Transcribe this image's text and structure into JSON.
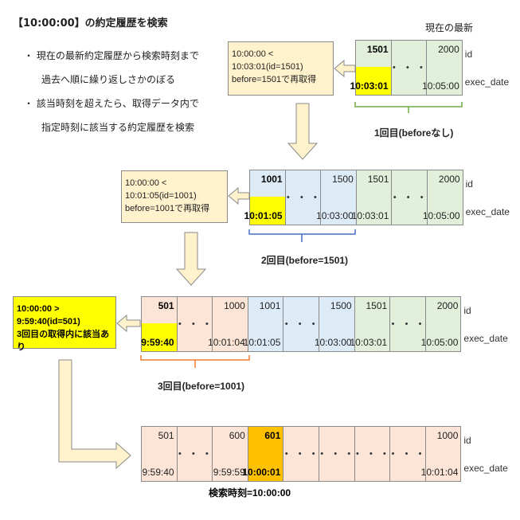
{
  "title": "【10:00:00】の約定履歴を検索",
  "bullets": [
    [
      "・ 現在の最新約定履歴から検索時刻まで",
      "過去へ順に繰り返しさかのぼる"
    ],
    [
      "・ 該当時刻を超えたら、取得データ内で",
      "指定時刻に該当する約定履歴を検索"
    ]
  ],
  "latest_label": "現在の最新",
  "id_label": "id",
  "exec_label": "exec_date",
  "dots": "・・・",
  "colors": {
    "green": "#e2efda",
    "blue": "#ddebf7",
    "salmon": "#fce4d6",
    "yellow": "#ffff00",
    "orange": "#ffc000",
    "note": "#fff2cc"
  },
  "rows": [
    {
      "cells": [
        {
          "id": "1501",
          "date": "10:03:01",
          "bold": true,
          "highlight": "yellow",
          "fill": "green"
        },
        {
          "dots": true,
          "fill": "green"
        },
        {
          "id": "2000",
          "date": "10:05:00",
          "fill": "green"
        }
      ]
    },
    {
      "cells": [
        {
          "id": "1001",
          "date": "10:01:05",
          "bold": true,
          "highlight": "yellow",
          "fill": "blue"
        },
        {
          "dots": true,
          "fill": "blue"
        },
        {
          "id": "1500",
          "date": "10:03:00",
          "fill": "blue"
        },
        {
          "id": "1501",
          "date": "10:03:01",
          "fill": "green"
        },
        {
          "dots": true,
          "fill": "green"
        },
        {
          "id": "2000",
          "date": "10:05:00",
          "fill": "green"
        }
      ]
    },
    {
      "cells": [
        {
          "id": "501",
          "date": "9:59:40",
          "bold": true,
          "highlight": "yellow",
          "fill": "salmon"
        },
        {
          "dots": true,
          "fill": "salmon"
        },
        {
          "id": "1000",
          "date": "10:01:04",
          "fill": "salmon"
        },
        {
          "id": "1001",
          "date": "10:01:05",
          "fill": "blue"
        },
        {
          "dots": true,
          "fill": "blue"
        },
        {
          "id": "1500",
          "date": "10:03:00",
          "fill": "blue"
        },
        {
          "id": "1501",
          "date": "10:03:01",
          "fill": "green"
        },
        {
          "dots": true,
          "fill": "green"
        },
        {
          "id": "2000",
          "date": "10:05:00",
          "fill": "green"
        }
      ]
    },
    {
      "cells": [
        {
          "id": "501",
          "date": "9:59:40",
          "fill": "salmon"
        },
        {
          "dots": true,
          "fill": "salmon"
        },
        {
          "id": "600",
          "date": "9:59:59",
          "fill": "salmon"
        },
        {
          "id": "601",
          "date": "10:00:01",
          "bold": true,
          "fill": "orange"
        },
        {
          "dots": true,
          "fill": "salmon"
        },
        {
          "dots": true,
          "fill": "salmon"
        },
        {
          "dots": true,
          "fill": "salmon"
        },
        {
          "dots": true,
          "fill": "salmon"
        },
        {
          "id": "1000",
          "date": "10:01:04",
          "fill": "salmon"
        }
      ]
    }
  ],
  "notes": [
    {
      "line1": "10:00:00 < 10:03:01(id=1501)",
      "line2": "before=1501で再取得"
    },
    {
      "line1": "10:00:00 < 10:01:05(id=1001)",
      "line2": "before=1001で再取得"
    },
    {
      "line1": "10:00:00 > 9:59:40(id=501)",
      "line2": "3回目の取得内に該当あり"
    }
  ],
  "fetches": [
    {
      "label": "1回目(beforeなし)",
      "color": "#70ad47"
    },
    {
      "label": "2回目(before=1501)",
      "color": "#4472c4"
    },
    {
      "label": "3回目(before=1001)",
      "color": "#ed7d31"
    }
  ],
  "search_time": "検索時刻=10:00:00"
}
